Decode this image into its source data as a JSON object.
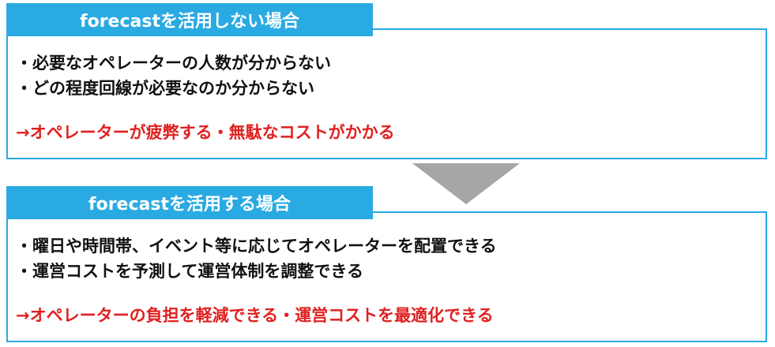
{
  "without": {
    "title": "forecastを活用しない場合",
    "bullets": [
      "・必要なオペレーターの人数が分からない",
      "・どの程度回線が必要なのか分からない"
    ],
    "conclusion": "→オペレーターが疲弊する・無駄なコストがかかる"
  },
  "with": {
    "title": "forecastを活用する場合",
    "bullets": [
      "・曜日や時間帯、イベント等に応じてオペレーターを配置できる",
      "・運営コストを予測して運営体制を調整できる"
    ],
    "conclusion": "→オペレーターの負担を軽減できる・運営コストを最適化できる"
  },
  "colors": {
    "accent": "#2aaae2",
    "conclusion": "#e02020",
    "arrow": "#a6a6a6"
  }
}
